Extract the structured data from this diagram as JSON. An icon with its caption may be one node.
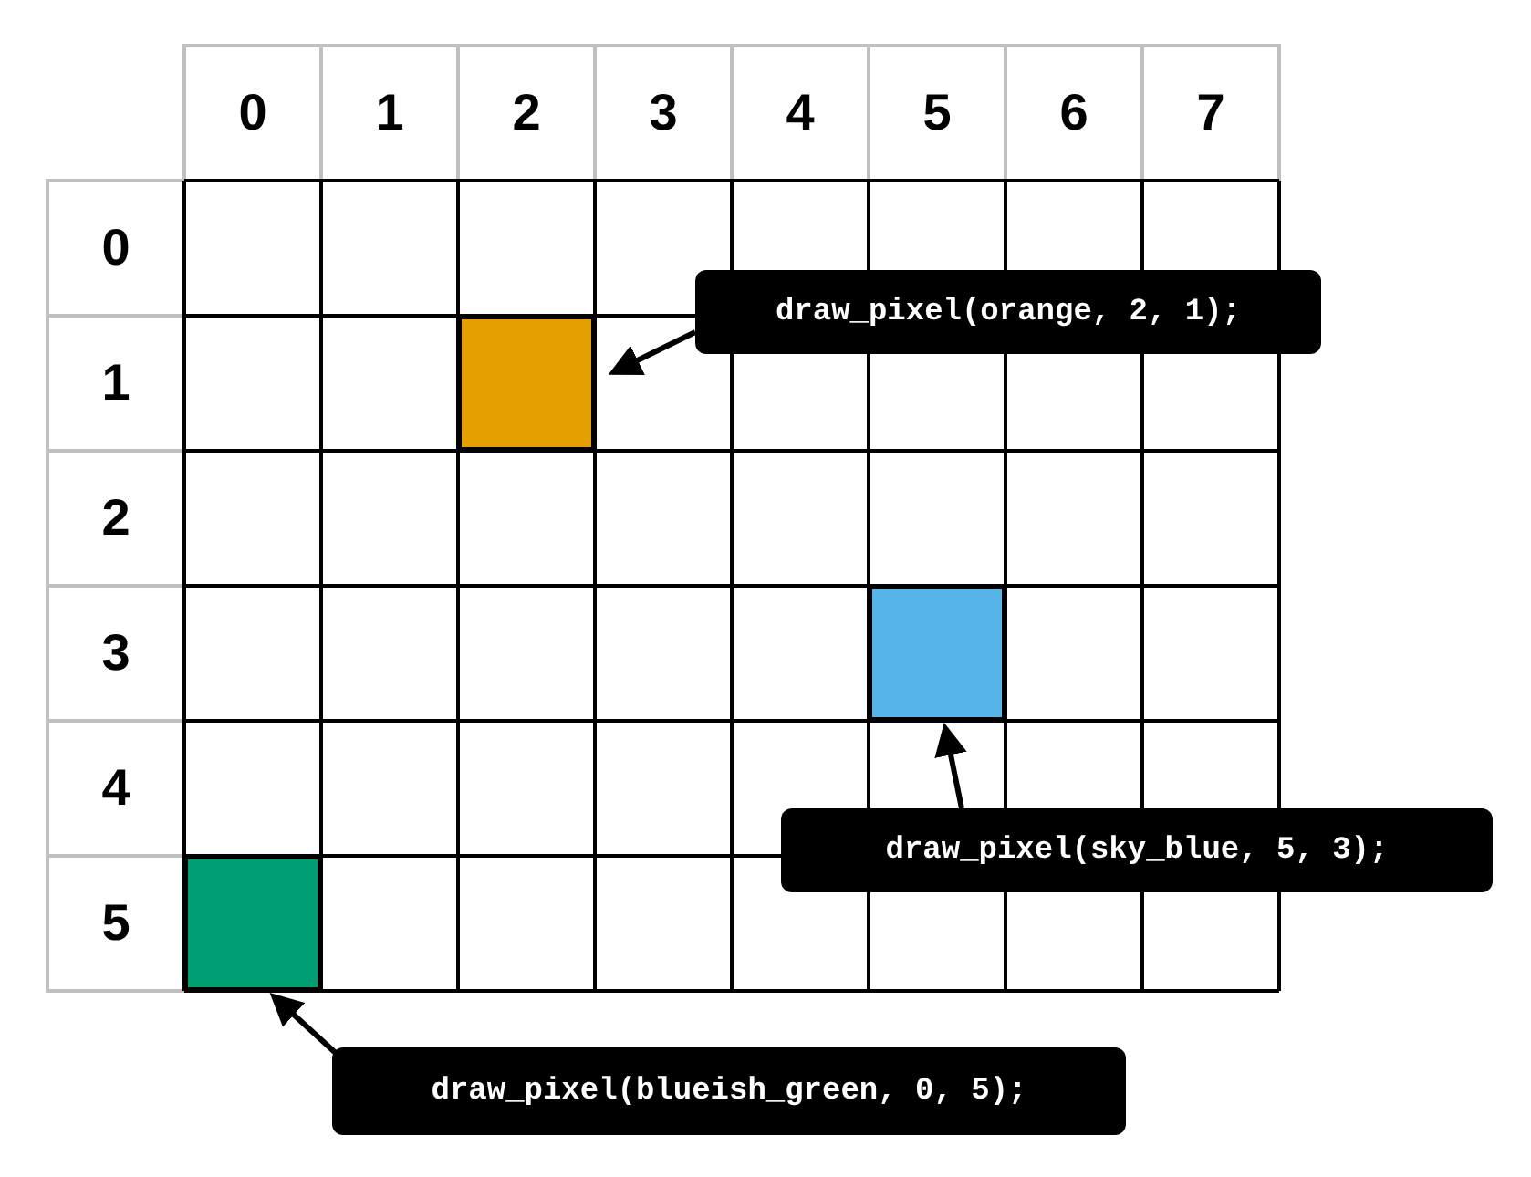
{
  "diagram": {
    "nodes": [
      {
        "text": [
          "draw_pixel(orange, 2, 1);"
        ]
      },
      {
        "text": [],
        "shape": "box"
      },
      {
        "text": [],
        "shape": "box"
      },
      {
        "text": [
          "draw_pixel(sky_blue, 5, 3);"
        ]
      },
      {
        "text": [],
        "shape": "box"
      },
      {
        "text": [
          "draw_pixel(blueish_green, 0, 5);"
        ]
      }
    ],
    "edges": [
      {
        "from": 0,
        "to": 1,
        "arrow": "to"
      },
      {
        "from": 3,
        "to": 2,
        "arrow": "to"
      },
      {
        "from": 5,
        "to": 4,
        "arrow": "to"
      }
    ],
    "labels": [
      "0",
      "1",
      "2",
      "3",
      "4",
      "5",
      "6",
      "7",
      "0",
      "1",
      "2",
      "3",
      "4",
      "5"
    ]
  }
}
